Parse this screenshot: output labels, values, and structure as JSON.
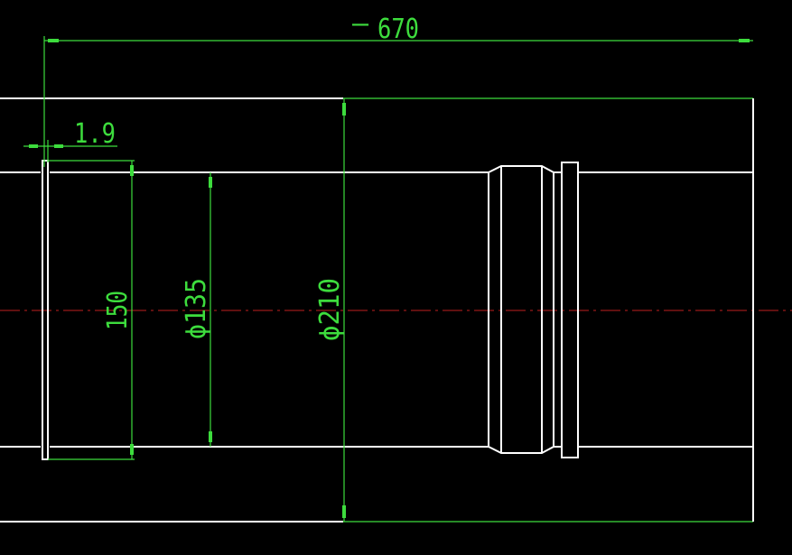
{
  "drawing": {
    "dimensions": {
      "overall_length": "670",
      "overall_prefix": "—",
      "flange_thickness": "1.9",
      "flange_height": "150",
      "inner_diameter": "ϕ135",
      "outer_diameter": "ϕ210"
    },
    "colors": {
      "background": "#000000",
      "geometry": "#ffffff",
      "dimension": "#3ddc3d",
      "centerline": "#c02020"
    }
  }
}
